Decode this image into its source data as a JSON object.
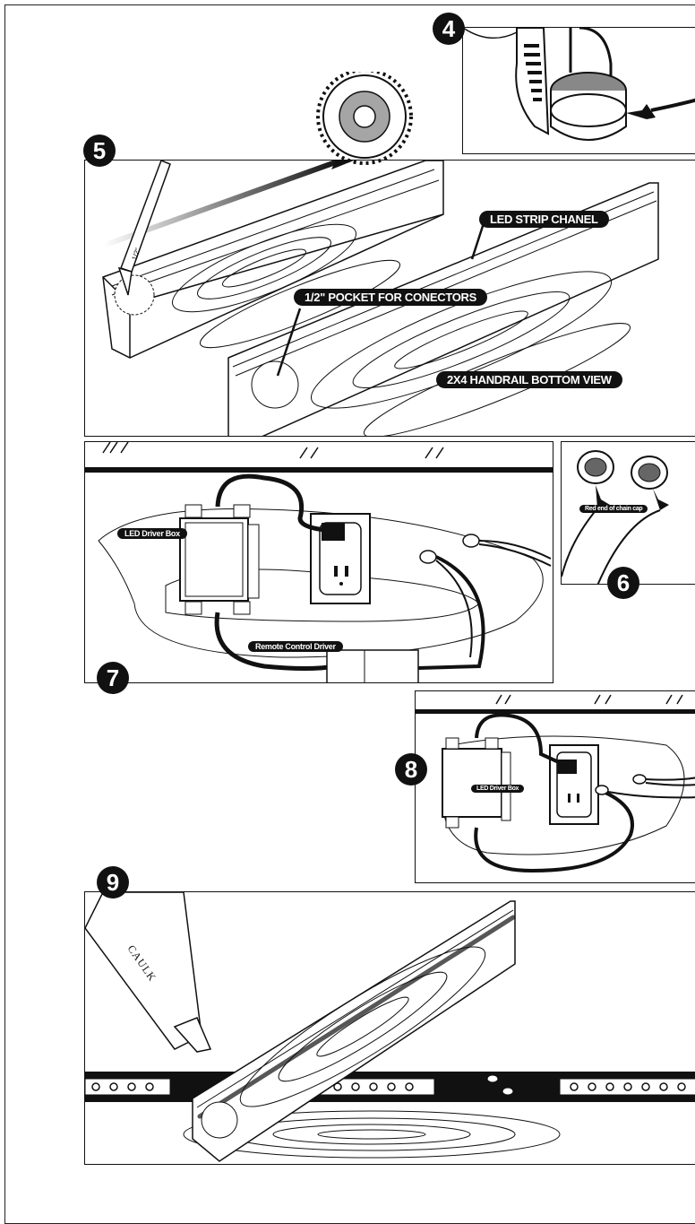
{
  "steps": {
    "s4": "4",
    "s5": "5",
    "s6": "6",
    "s7": "7",
    "s8": "8",
    "s9": "9"
  },
  "labels": {
    "led_strip_channel": "LED STRIP CHANEL",
    "pocket_for_connectors": "1/2\" POCKET FOR CONECTORS",
    "handrail_bottom_view": "2X4 HANDRAIL BOTTOM VIEW",
    "drill_bit_size": "1/2\"",
    "led_driver_box_7": "LED Driver Box",
    "remote_control_driver": "Remote Control Driver",
    "red_end_chain_cap": "Red end of chain cap",
    "led_driver_box_8": "LED Driver Box",
    "caulk": "CAULK"
  },
  "colors": {
    "ink": "#111111",
    "paper": "#ffffff",
    "gray": "#9a9a9a"
  }
}
